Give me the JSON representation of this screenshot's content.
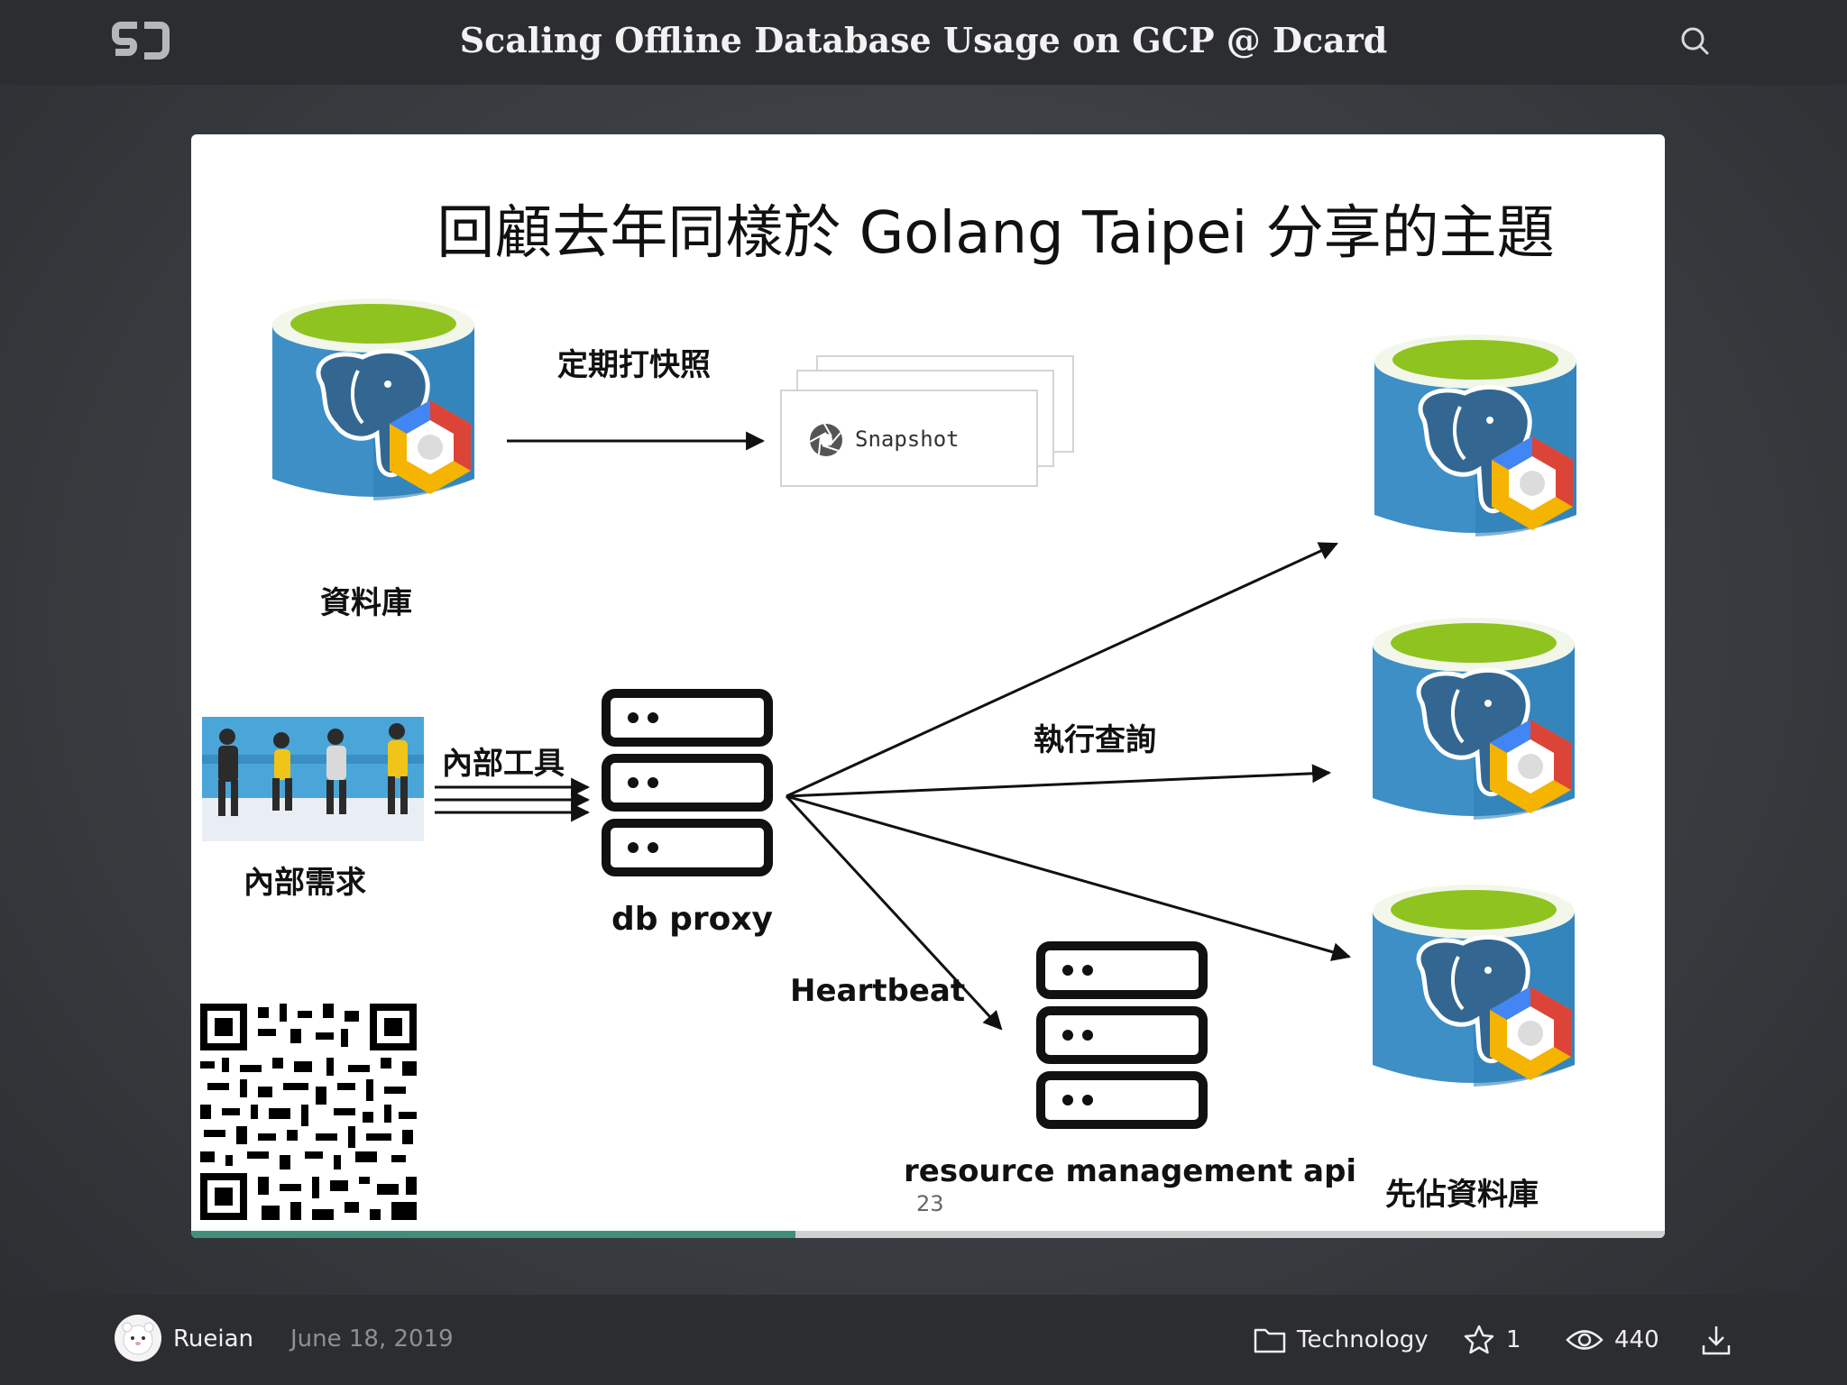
{
  "header": {
    "title": "Scaling Offline Database Usage on GCP @ Dcard"
  },
  "slide": {
    "title": "回顧去年同樣於 Golang Taipei 分享的主題",
    "labels": {
      "snapshot_schedule": "定期打快照",
      "snapshot": "Snapshot",
      "database": "資料庫",
      "internal_tools": "內部工具",
      "internal_needs": "內部需求",
      "db_proxy": "db proxy",
      "execute_query": "執行查詢",
      "heartbeat": "Heartbeat",
      "resource_api": "resource management api",
      "reserve_db": "先佔資料庫"
    },
    "page_number": "23",
    "progress": 0.41
  },
  "footer": {
    "author": "Rueian",
    "date": "June 18, 2019",
    "category": "Technology",
    "stars": "1",
    "views": "440"
  },
  "colors": {
    "topbar": "#2b2d30",
    "progress": "#3f8f7c",
    "db_blue": "#3d8fc6",
    "db_green": "#8fc31f",
    "gcp_red": "#db4437",
    "gcp_yellow": "#f4b400",
    "gcp_blue": "#4285f4"
  },
  "icons": [
    "logo-icon",
    "search-icon",
    "folder-icon",
    "star-icon",
    "eye-icon",
    "download-icon",
    "aperture-icon"
  ]
}
